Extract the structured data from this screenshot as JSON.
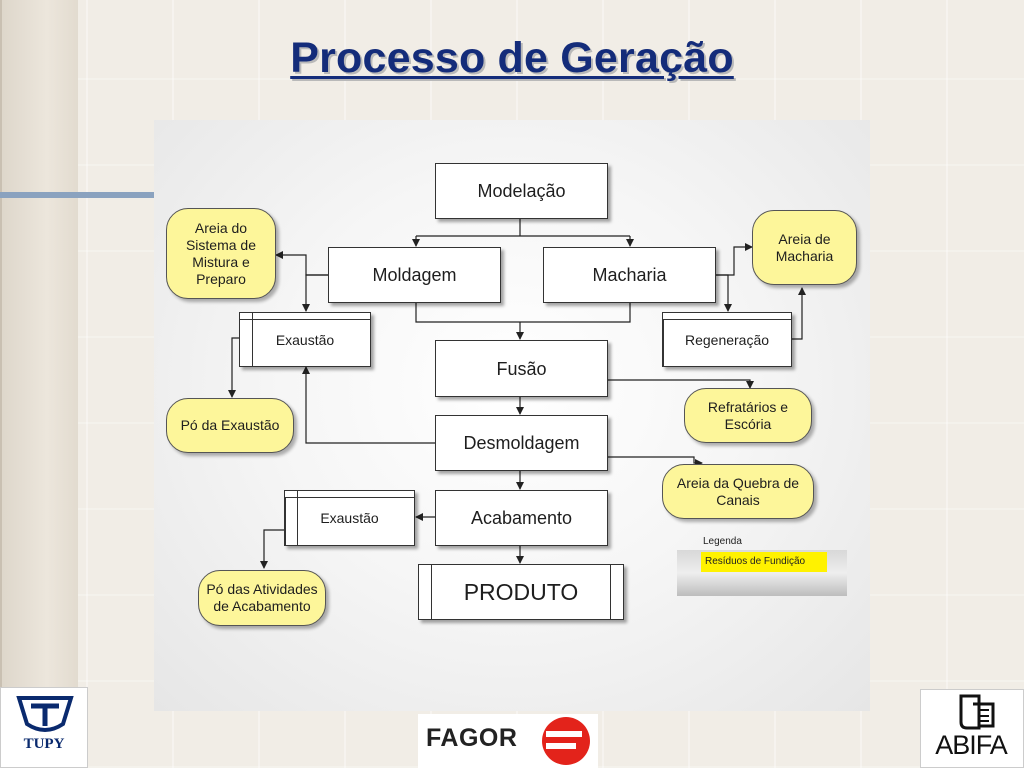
{
  "slide": {
    "title": "Processo de Geração"
  },
  "diagram": {
    "process_nodes": [
      {
        "id": "modelacao",
        "label": "Modelação"
      },
      {
        "id": "moldagem",
        "label": "Moldagem"
      },
      {
        "id": "macharia",
        "label": "Macharia"
      },
      {
        "id": "exaustao1",
        "label": "Exaustão"
      },
      {
        "id": "regeneracao",
        "label": "Regeneração"
      },
      {
        "id": "fusao",
        "label": "Fusão"
      },
      {
        "id": "desmoldagem",
        "label": "Desmoldagem"
      },
      {
        "id": "exaustao2",
        "label": "Exaustão"
      },
      {
        "id": "acabamento",
        "label": "Acabamento"
      },
      {
        "id": "produto",
        "label": "PRODUTO"
      }
    ],
    "residue_nodes": [
      {
        "id": "areia_sistema",
        "label": "Areia  do Sistema de Mistura e Preparo"
      },
      {
        "id": "areia_macharia",
        "label": "Areia de Macharia"
      },
      {
        "id": "po_exaustao",
        "label": "Pó da Exaustão"
      },
      {
        "id": "refratarios",
        "label": "Refratários e Escória"
      },
      {
        "id": "areia_quebra",
        "label": "Areia da Quebra de Canais"
      },
      {
        "id": "po_atividades",
        "label": "Pó das Atividades de Acabamento"
      }
    ],
    "legend": {
      "title": "Legenda",
      "item": "Resíduos de Fundição",
      "item_color": "#fff200"
    },
    "colors": {
      "residue_fill": "#fdf69a",
      "process_fill": "#ffffff",
      "title_color": "#142c7a"
    }
  },
  "logos": {
    "tupy": "TUPY",
    "fagor": "FAGOR",
    "abifa": "ABIFA"
  }
}
